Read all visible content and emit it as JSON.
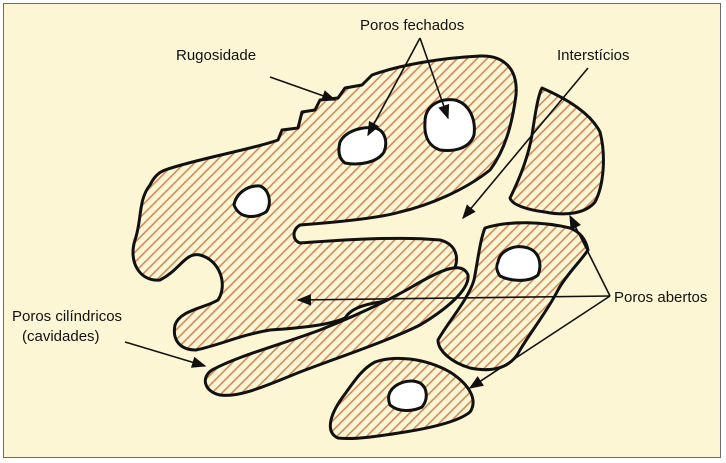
{
  "labels": {
    "rugosidade": "Rugosidade",
    "poros_fechados": "Poros fechados",
    "intersticios": "Interstícios",
    "poros_cilindricos_line1": "Poros cilíndricos",
    "poros_cilindricos_line2": "(cavidades)",
    "poros_abertos": "Poros abertos"
  },
  "colors": {
    "background": "#fdf6d4",
    "hatch": "#d08a5c",
    "outline": "#111111",
    "pore": "#ffffff"
  }
}
